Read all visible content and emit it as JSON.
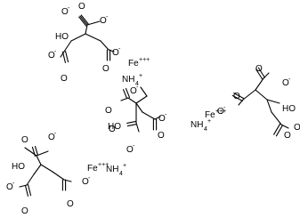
{
  "labels": {
    "oxygen": "O",
    "hydroxyl": "HO",
    "charge_minus": "-",
    "iron": "Fe",
    "iron_charge": "+++",
    "ammonium": "NH",
    "ammonium_sub": "4",
    "ammonium_charge": "+"
  },
  "ions": {
    "citrates": 4,
    "iron": 3,
    "ammonium": 3
  },
  "colors": {
    "bond": "#000000",
    "background": "#ffffff"
  }
}
